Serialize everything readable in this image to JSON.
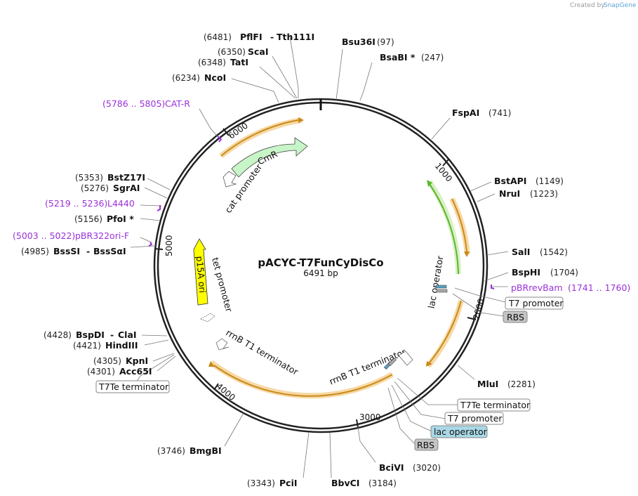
{
  "credit": {
    "created_by": "Created by",
    "brand": "SnapGene"
  },
  "plasmid": {
    "name": "pACYC-T7FunCyDisCo",
    "length_label": "6491 bp",
    "length": 6491
  },
  "ticks": [
    "1000",
    "2000",
    "3000",
    "4000",
    "5000",
    "6000"
  ],
  "sites": {
    "pflfi": {
      "pos": "(6481)",
      "name": "PflFI",
      "name2": "Tth111I"
    },
    "bsu36i": {
      "name": "Bsu36I",
      "pos": "(97)"
    },
    "bsabi": {
      "name": "BsaBI *",
      "pos": "(247)"
    },
    "scai": {
      "pos": "(6350)",
      "name": "ScaI"
    },
    "tati": {
      "pos": "(6348)",
      "name": "TatI"
    },
    "ncoi": {
      "pos": "(6234)",
      "name": "NcoI"
    },
    "fspai": {
      "name": "FspAI",
      "pos": "(741)"
    },
    "bstapi": {
      "name": "BstAPI",
      "pos": "(1149)"
    },
    "nrui": {
      "name": "NruI",
      "pos": "(1223)"
    },
    "bstz17i": {
      "pos": "(5353)",
      "name": "BstZ17I"
    },
    "sgrai": {
      "pos": "(5276)",
      "name": "SgrAI"
    },
    "pfoi": {
      "pos": "(5156)",
      "name": "PfoI *"
    },
    "bsssi": {
      "pos": "(4985)",
      "name": "BssSI",
      "name2": "BssSαI"
    },
    "sali": {
      "name": "SalI",
      "pos": "(1542)"
    },
    "bsphi": {
      "name": "BspHI",
      "pos": "(1704)"
    },
    "bspdi": {
      "pos": "(4428)",
      "name": "BspDI",
      "name2": "ClaI"
    },
    "hindiii": {
      "pos": "(4421)",
      "name": "HindIII"
    },
    "kpni": {
      "pos": "(4305)",
      "name": "KpnI"
    },
    "acc65i": {
      "pos": "(4301)",
      "name": "Acc65I"
    },
    "mlui": {
      "name": "MluI",
      "pos": "(2281)"
    },
    "bmgbi": {
      "pos": "(3746)",
      "name": "BmgBI"
    },
    "pcii": {
      "pos": "(3343)",
      "name": "PciI"
    },
    "bbvci": {
      "name": "BbvCI",
      "pos": "(3184)"
    },
    "bcivi": {
      "name": "BciVI",
      "pos": "(3020)"
    }
  },
  "primers": {
    "catr": {
      "range": "(5786 .. 5805)",
      "name": "CAT-R"
    },
    "l4440": {
      "range": "(5219 .. 5236)",
      "name": "L4440"
    },
    "pbr322": {
      "range": "(5003 .. 5022)",
      "name": "pBR322ori-F"
    },
    "pbrrevbam": {
      "name": "pBRrevBam",
      "range": "(1741 .. 1760)"
    }
  },
  "features": {
    "cmr": "CmR",
    "p15a": "p15A ori",
    "cat_promoter": "cat promoter",
    "tet_promoter": "tet promoter",
    "lac_operator": "lac operator",
    "rrnb1": "rrnB T1 terminator",
    "rrnb2": "rrnB T1 terminator"
  },
  "boxes": {
    "t7_promoter_a": "T7 promoter",
    "rbs_a": "RBS",
    "t7te_left": "T7Te terminator",
    "t7te_right": "T7Te terminator",
    "t7_promoter_b": "T7 promoter",
    "lac_operator_box": "lac operator",
    "rbs_b": "RBS"
  },
  "colors": {
    "backbone": "#222222",
    "orf_orange": "#c98a1a",
    "orf_highlight": "#f7d9a6",
    "green_orf": "#5ab82a",
    "green_highlight": "#d8f0c4",
    "cmr_fill": "#c8f5c8",
    "p15a_fill": "#ffff00",
    "primer": "#9b30d9",
    "lac_box": "#a9d8e6",
    "rbs_box": "#c4c4c4"
  }
}
